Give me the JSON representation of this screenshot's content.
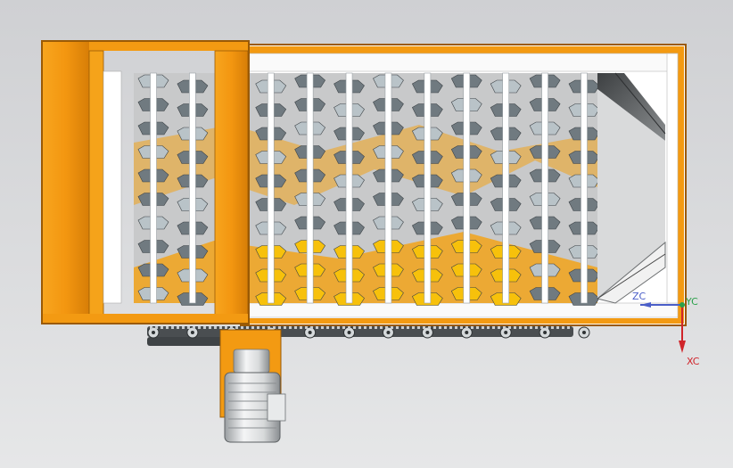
{
  "viewport": {
    "background_top": "#cfd0d3",
    "background_bottom": "#e6e7e8"
  },
  "model": {
    "frame_color": "#f29a12",
    "frame_edge_color": "#9a5a05",
    "inner_white": "#ffffff",
    "back_panel": "#c9c9c9",
    "shaft_color": "#ffffff",
    "blade_gray": "#707a80",
    "blade_light": "#b9c3c8",
    "blade_yellow": "#f7c10b",
    "blade_orange": "#f2a31a",
    "shaft_count": 12,
    "blade_rows": 10,
    "hopper_color": "#5b5e60",
    "motor_body": "#e9ebec",
    "motor_shadow": "#8b8f92"
  },
  "triad": {
    "zc_label": "ZC",
    "yc_label": "YC",
    "xc_label": "XC",
    "zc_color": "#4a5ec8",
    "yc_color": "#2aa04a",
    "xc_color": "#d0242a"
  }
}
